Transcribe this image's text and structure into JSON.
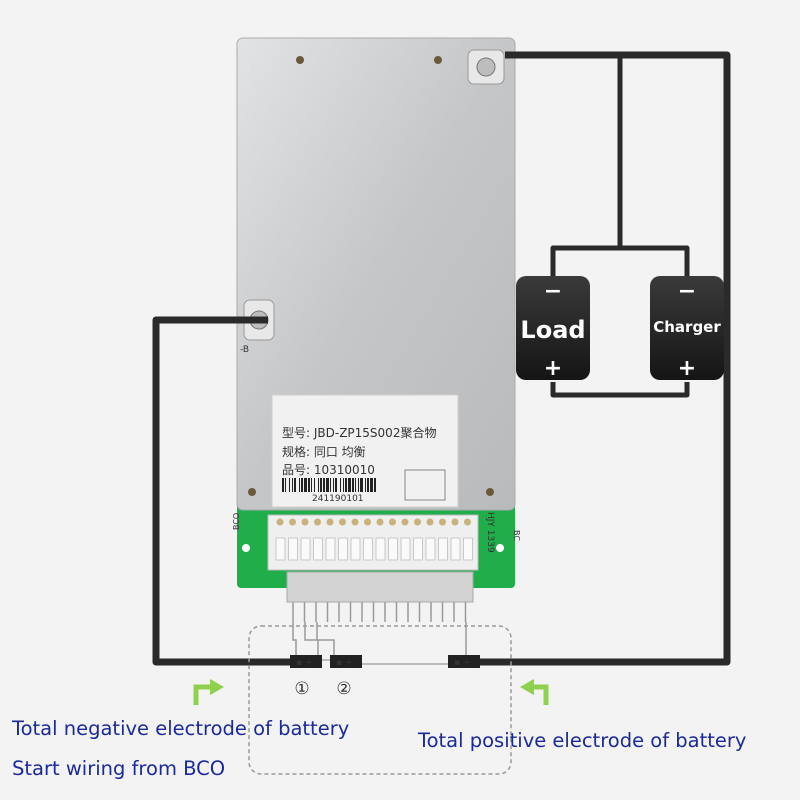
{
  "board": {
    "model_line": "型号: JBD-ZP15S002聚合物",
    "spec_line": "规格:         同口 均衡",
    "part_line": "品号: 10310010",
    "barcode_number": "241190101",
    "b_minus_mark": "-B",
    "silk_left": "BCO",
    "silk_right": "BC",
    "silk_code": "HJY 1339"
  },
  "devices": {
    "load": {
      "label": "Load",
      "minus": "−",
      "plus": "+"
    },
    "charger": {
      "label": "Charger",
      "minus": "−",
      "plus": "+"
    }
  },
  "cells": {
    "marker_1": "①",
    "marker_2": "②"
  },
  "captions": {
    "negative": "Total negative electrode of battery",
    "start": "Start wiring from BCO",
    "positive": "Total positive electrode of battery"
  },
  "colors": {
    "wire": "#2a2a2a",
    "board_green": "#1fae4a",
    "plate": "#c9cbcd",
    "caption_blue": "#1a2a9a",
    "arrow_green": "#8fd14f"
  }
}
